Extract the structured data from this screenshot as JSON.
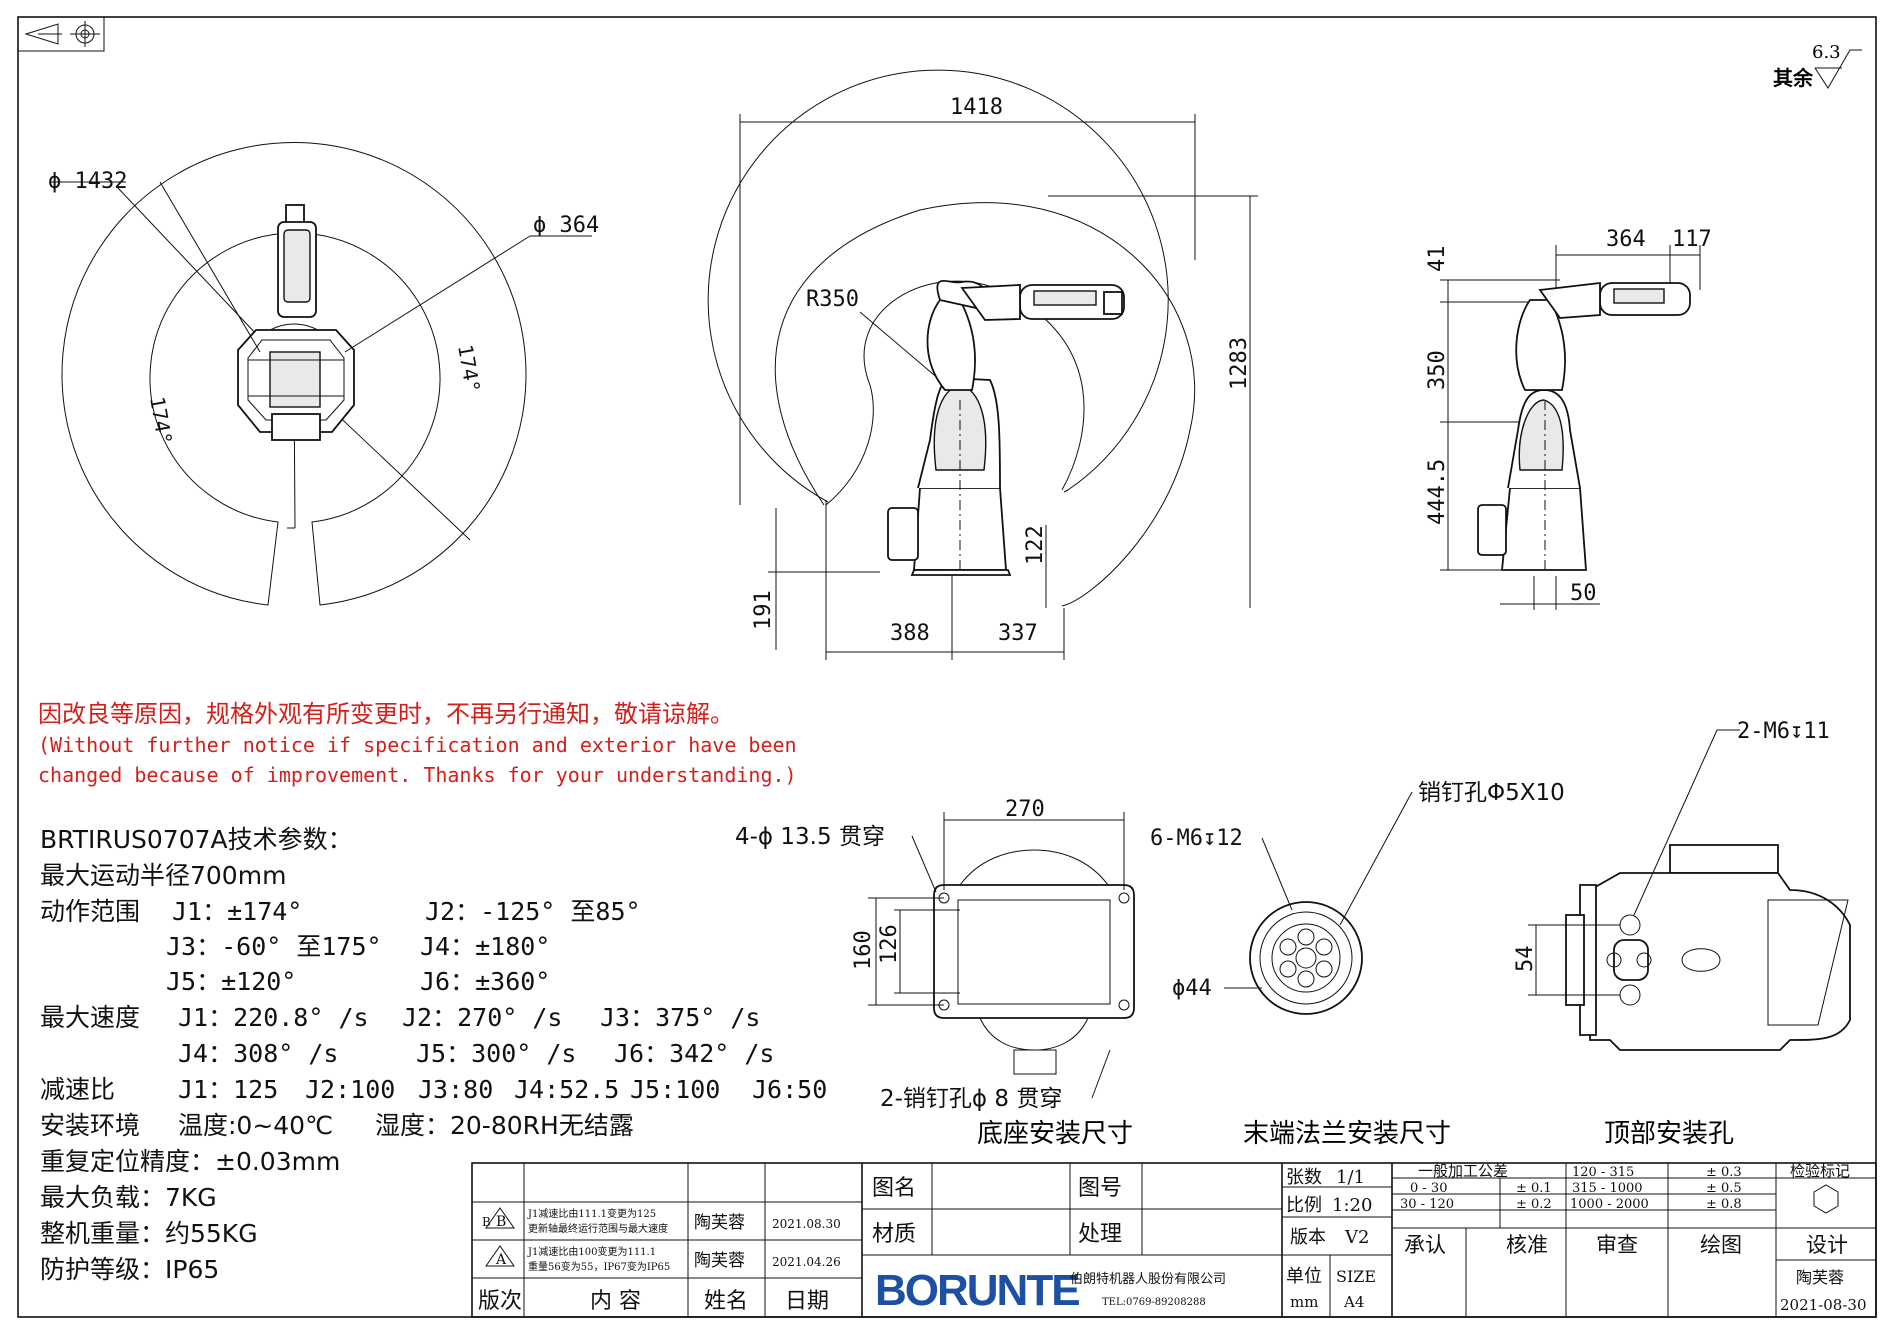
{
  "roughness": {
    "value": "6.3",
    "label": "其余"
  },
  "top_view": {
    "outer_dia": "ϕ 1432",
    "inner_dia": "ϕ 364",
    "angle_left": "174°",
    "angle_right": "174°"
  },
  "side_view": {
    "width": "1418",
    "height": "1283",
    "radius": "R350",
    "h_small": "191",
    "h_base": "122",
    "w_left": "388",
    "w_right": "337"
  },
  "front_view": {
    "d1": "364",
    "d2": "117",
    "h1": "41",
    "h2": "350",
    "h3": "444.5",
    "w_base": "50"
  },
  "notice": {
    "cn": "因改良等原因，规格外观有所变更时，不再另行通知，敬请谅解。",
    "en1": "(Without further notice if specification and exterior have been",
    "en2": "changed because of improvement. Thanks for your understanding.)"
  },
  "specs": {
    "title": "BRTIRUS0707A技术参数：",
    "radius": "最大运动半径700mm",
    "range_label": "动作范围",
    "j1": "J1：±174°",
    "j2": "J2：-125° 至85°",
    "j3": "J3：-60° 至175°",
    "j4": "J4：±180°",
    "j5": "J5：±120°",
    "j6": "J6：±360°",
    "speed_label": "最大速度",
    "s1": "J1：220.8° /s",
    "s2": "J2：270° /s",
    "s3": "J3：375° /s",
    "s4": "J4：308° /s",
    "s5": "J5：300° /s",
    "s6": "J6：342° /s",
    "ratio_label": "减速比",
    "r1": "J1：125",
    "r2": "J2:100",
    "r3": "J3:80",
    "r4": "J4:52.5",
    "r5": "J5:100",
    "r6": "J6:50",
    "env_label": "安装环境",
    "temp": "温度:0~40℃",
    "humid": "湿度：20-80RH无结露",
    "repeat": "重复定位精度：±0.03mm",
    "load": "最大负载：7KG",
    "weight": "整机重量：约55KG",
    "protect": "防护等级：IP65"
  },
  "base_view": {
    "hole": "4-ϕ 13.5 贯穿",
    "w": "270",
    "h1": "160",
    "h2": "126",
    "pin": "2-销钉孔ϕ 8 贯穿",
    "caption": "底座安装尺寸"
  },
  "flange_view": {
    "thread": "6-M6↧12",
    "pin": "销钉孔Φ5X10",
    "dia": "ϕ44",
    "caption": "末端法兰安装尺寸"
  },
  "top_holes": {
    "thread": "2-M6↧11",
    "dim": "54",
    "caption": "顶部安装孔"
  },
  "title_block": {
    "rev_b_text1": "J1减速比由111.1变更为125",
    "rev_b_text2": "更新轴最终运行范围与最大速度",
    "rev_b_name": "陶芙蓉",
    "rev_b_date": "2021.08.30",
    "rev_a_text1": "J1减速比由100变更为111.1",
    "rev_a_text2": "重量56变为55，IP67变为IP65",
    "rev_a_name": "陶芙蓉",
    "rev_a_date": "2021.04.26",
    "rev_b_mark": "B",
    "rev_a_mark": "A",
    "h_version": "版次",
    "h_content": "内  容",
    "h_name": "姓名",
    "h_date": "日期",
    "lbl_drawing_name": "图名",
    "lbl_drawing_no": "图号",
    "lbl_material": "材质",
    "lbl_treatment": "处理",
    "lbl_sheets": "张数",
    "sheets": "1/1",
    "lbl_scale": "比例",
    "scale": "1:20",
    "lbl_rev": "版本",
    "rev": "V2",
    "lbl_unit": "单位",
    "unit": "mm",
    "lbl_size": "SIZE",
    "size": "A4",
    "logo": "BORUNTE",
    "company": "伯朗特机器人股份有限公司",
    "tel": "TEL:0769-89208288",
    "tol_title": "一般加工公差",
    "tol": [
      [
        "0 - 30",
        "± 0.1"
      ],
      [
        "30 - 120",
        "± 0.2"
      ],
      [
        "120 - 315",
        "± 0.3"
      ],
      [
        "315 - 1000",
        "± 0.5"
      ],
      [
        "1000 - 2000",
        "± 0.8"
      ]
    ],
    "lbl_inspect": "检验标记",
    "lbl_accept": "承认",
    "lbl_approve": "核准",
    "lbl_review": "审查",
    "lbl_draw": "绘图",
    "lbl_design": "设计",
    "designer": "陶芙蓉",
    "design_date": "2021-08-30"
  }
}
